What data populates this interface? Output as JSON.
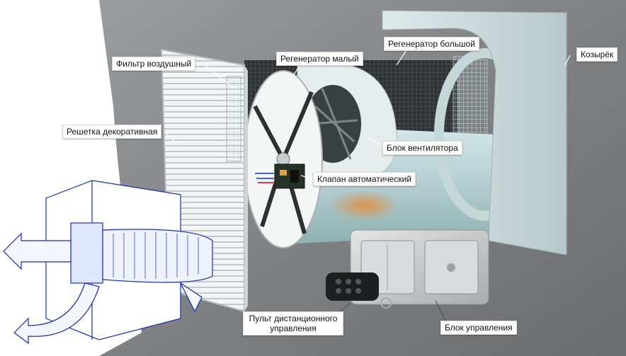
{
  "labels": {
    "filter": "Фильтр воздушный",
    "regen_small": "Регенератор малый",
    "regen_big": "Регенератор большой",
    "visor": "Козырёк",
    "grille": "Решетка декоративная",
    "fan_block": "Блок вентилятора",
    "valve": "Клапан автоматический",
    "remote": "Пульт дистанционного управления",
    "control_block": "Блок управления"
  },
  "colors": {
    "wall_bg": "#8a8c8f",
    "tube": "#b9d4d6",
    "grille": "#eceeef",
    "plate": "#c9cccc",
    "sketch_line": "#1c2fa6",
    "accent_orange": "#e9892f"
  }
}
